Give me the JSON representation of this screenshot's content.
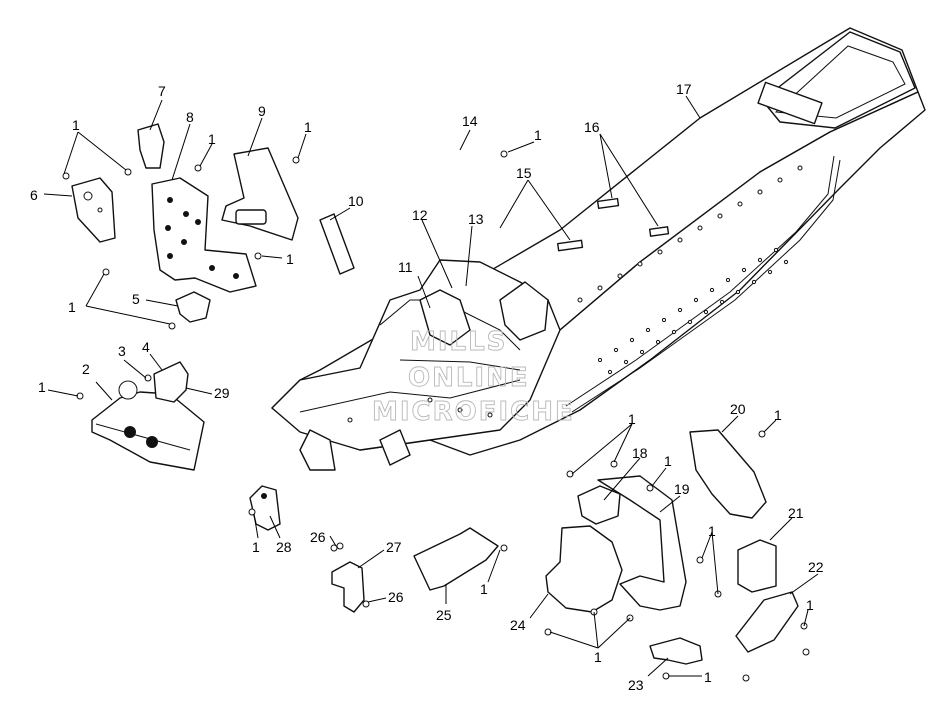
{
  "diagram": {
    "callouts": {
      "c1": "1",
      "c2": "2",
      "c3": "3",
      "c4": "4",
      "c5": "5",
      "c6": "6",
      "c7": "7",
      "c8": "8",
      "c9": "9",
      "c10": "10",
      "c11": "11",
      "c12": "12",
      "c13": "13",
      "c14": "14",
      "c15": "15",
      "c16": "16",
      "c17": "17",
      "c18": "18",
      "c19": "19",
      "c20": "20",
      "c21": "21",
      "c22": "22",
      "c23": "23",
      "c24": "24",
      "c25": "25",
      "c26": "26",
      "c27": "27",
      "c28": "28",
      "c29": "29"
    },
    "watermark": {
      "line1": "MILLS",
      "line2": "ONLINE",
      "line3": "MICROFICHE"
    }
  }
}
